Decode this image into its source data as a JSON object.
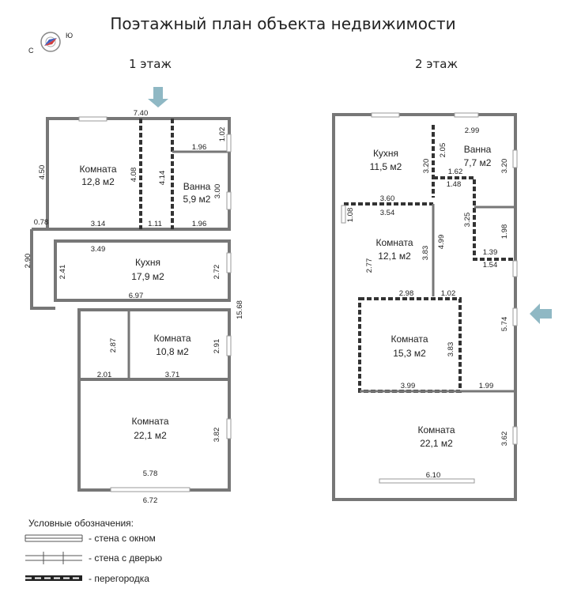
{
  "title": "Поэтажный план объекта недвижимости",
  "compass": {
    "left": "С",
    "right": "Ю"
  },
  "floors": {
    "first": {
      "label": "1 этаж",
      "rooms": [
        {
          "name": "Комната",
          "area": "12,8 м2"
        },
        {
          "name": "Ванна",
          "area": "5,9 м2"
        },
        {
          "name": "Кухня",
          "area": "17,9 м2"
        },
        {
          "name": "Комната",
          "area": "10,8 м2"
        },
        {
          "name": "Комната",
          "area": "22,1 м2"
        }
      ],
      "dims": [
        "7.40",
        "4.50",
        "4.08",
        "4.14",
        "1.02",
        "1.96",
        "3.00",
        "0.78",
        "3.14",
        "1.11",
        "1.96",
        "2.90",
        "3.49",
        "2.41",
        "2.72",
        "6.97",
        "15.68",
        "2.87",
        "2.91",
        "2.01",
        "3.71",
        "3.82",
        "5.78",
        "6.72"
      ]
    },
    "second": {
      "label": "2 этаж",
      "rooms": [
        {
          "name": "Кухня",
          "area": "11,5 м2"
        },
        {
          "name": "Ванна",
          "area": "7,7 м2"
        },
        {
          "name": "Комната",
          "area": "12,1 м2"
        },
        {
          "name": "Комната",
          "area": "15,3 м2"
        },
        {
          "name": "Комната",
          "area": "22,1 м2"
        }
      ],
      "dims": [
        "2.99",
        "2.05",
        "3.20",
        "3.20",
        "1.62",
        "1.48",
        "3.60",
        "3.54",
        "1.08",
        "3.25",
        "1.98",
        "4.99",
        "3.83",
        "2.77",
        "1.39",
        "1.54",
        "2.98",
        "1.02",
        "5.74",
        "3.83",
        "3.99",
        "1.99",
        "3.62",
        "6.10"
      ]
    }
  },
  "legend": {
    "title": "Условные обозначения:",
    "window": "- стена с окном",
    "door": "- стена с дверью",
    "partition": "- перегородка"
  },
  "colors": {
    "entrance_arrow": "#8fb8c4",
    "wall": "#777777",
    "partition": "#333333"
  }
}
